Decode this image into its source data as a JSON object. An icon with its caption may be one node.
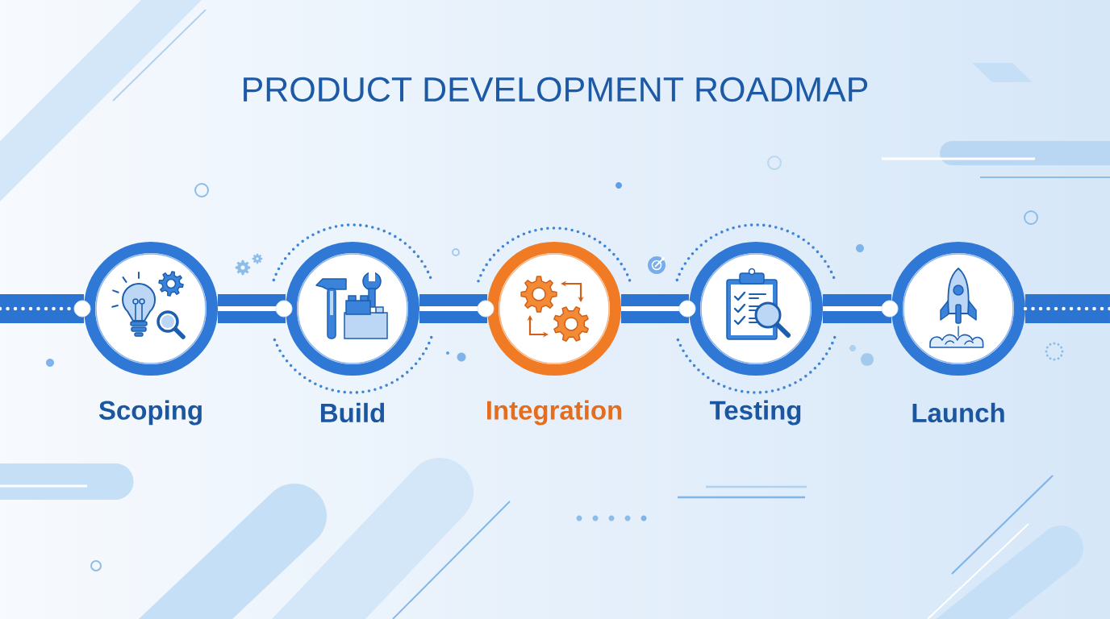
{
  "diagram": {
    "title": "PRODUCT DEVELOPMENT ROADMAP",
    "nodes": [
      {
        "text": [
          "Scoping"
        ]
      },
      {
        "text": [
          "Build"
        ]
      },
      {
        "text": [
          "Integration"
        ]
      },
      {
        "text": [
          "Testing"
        ]
      },
      {
        "text": [
          "Launch"
        ]
      }
    ],
    "edges": [
      {
        "from": null,
        "to": 0,
        "arrow": "none"
      },
      {
        "from": 0,
        "to": 1,
        "arrow": "none"
      },
      {
        "from": 1,
        "to": 2,
        "arrow": "none"
      },
      {
        "from": 2,
        "to": 3,
        "arrow": "none"
      },
      {
        "from": 3,
        "to": 4,
        "arrow": "none"
      },
      {
        "from": 4,
        "to": null,
        "arrow": "none"
      }
    ]
  }
}
